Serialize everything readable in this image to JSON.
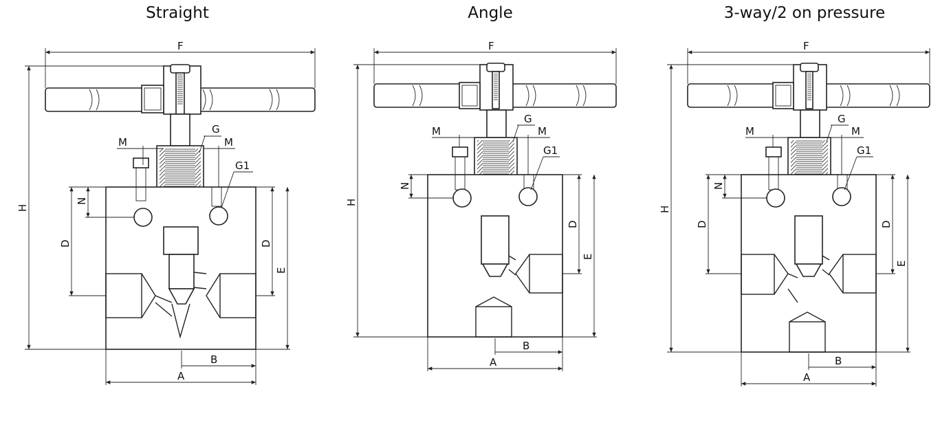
{
  "views": [
    {
      "title": "Straight",
      "labels": {
        "F": "F",
        "H": "H",
        "G": "G",
        "M1": "M",
        "M2": "M",
        "G1": "G1",
        "N": "N",
        "D1": "D",
        "D2": "D",
        "E": "E",
        "A": "A",
        "B": "B"
      }
    },
    {
      "title": "Angle",
      "labels": {
        "F": "F",
        "H": "H",
        "G": "G",
        "M1": "M",
        "M2": "M",
        "G1": "G1",
        "N": "N",
        "D1": "D",
        "E": "E",
        "A": "A",
        "B": "B"
      }
    },
    {
      "title": "3-way/2 on pressure",
      "labels": {
        "F": "F",
        "H": "H",
        "G": "G",
        "M1": "M",
        "M2": "M",
        "G1": "G1",
        "N": "N",
        "D1": "D",
        "D2": "D",
        "E": "E",
        "A": "A",
        "B": "B"
      }
    }
  ]
}
